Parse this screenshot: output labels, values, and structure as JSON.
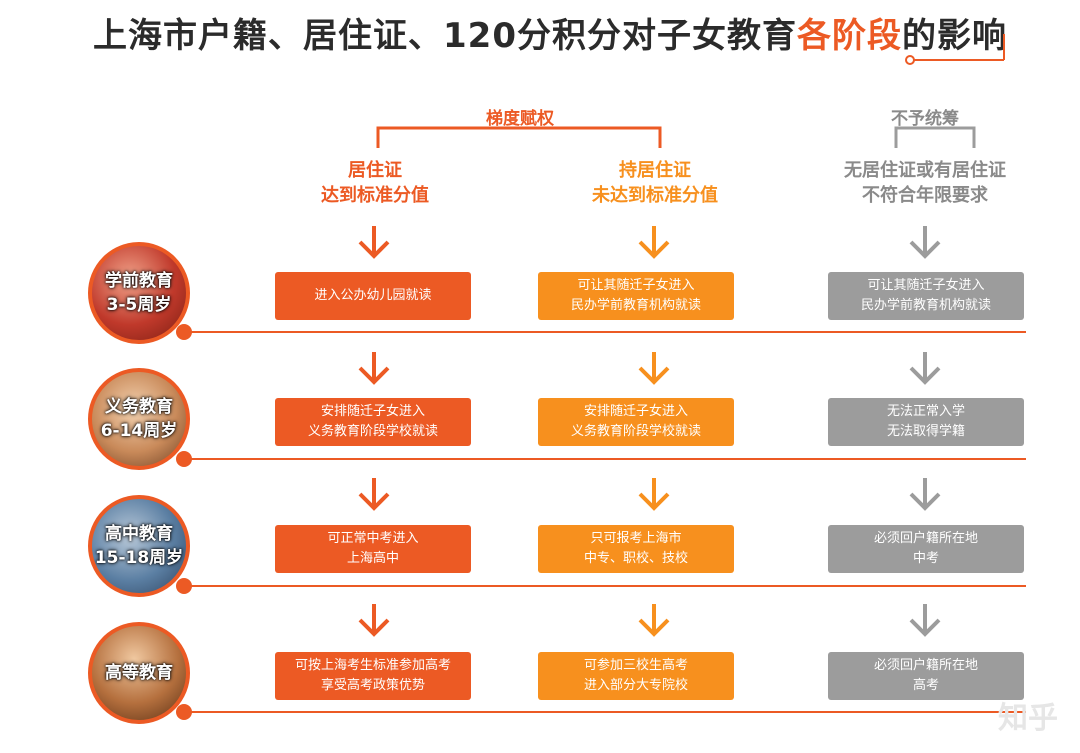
{
  "title": {
    "prefix": "上海市户籍、居住证、120分积分对子女教育",
    "highlight": "各阶段",
    "suffix": "的影响"
  },
  "groups": {
    "left_label": "梯度赋权",
    "right_label": "不予统筹"
  },
  "columns": [
    {
      "line1": "居住证",
      "line2": "达到标准分值"
    },
    {
      "line1": "持居住证",
      "line2": "未达到标准分值"
    },
    {
      "line1": "无居住证或有居住证",
      "line2": "不符合年限要求"
    }
  ],
  "stages": [
    {
      "name": "学前教育",
      "age": "3-5周岁",
      "cells": [
        {
          "l1": "进入公办幼儿园就读",
          "l2": ""
        },
        {
          "l1": "可让其随迁子女进入",
          "l2": "民办学前教育机构就读"
        },
        {
          "l1": "可让其随迁子女进入",
          "l2": "民办学前教育机构就读"
        }
      ]
    },
    {
      "name": "义务教育",
      "age": "6-14周岁",
      "cells": [
        {
          "l1": "安排随迁子女进入",
          "l2": "义务教育阶段学校就读"
        },
        {
          "l1": "安排随迁子女进入",
          "l2": "义务教育阶段学校就读"
        },
        {
          "l1": "无法正常入学",
          "l2": "无法取得学籍"
        }
      ]
    },
    {
      "name": "高中教育",
      "age": "15-18周岁",
      "cells": [
        {
          "l1": "可正常中考进入",
          "l2": "上海高中"
        },
        {
          "l1": "只可报考上海市",
          "l2": "中专、职校、技校"
        },
        {
          "l1": "必须回户籍所在地",
          "l2": "中考"
        }
      ]
    },
    {
      "name": "高等教育",
      "age": "",
      "cells": [
        {
          "l1": "可按上海考生标准参加高考",
          "l2": "享受高考政策优势"
        },
        {
          "l1": "可参加三校生高考",
          "l2": "进入部分大专院校"
        },
        {
          "l1": "必须回户籍所在地",
          "l2": "高考"
        }
      ]
    }
  ],
  "watermark": "知乎",
  "colors": {
    "orange_dark": "#ec5a24",
    "orange_light": "#f7901e",
    "gray": "#9c9c9c"
  },
  "icons": [
    "down-arrow-icon"
  ]
}
